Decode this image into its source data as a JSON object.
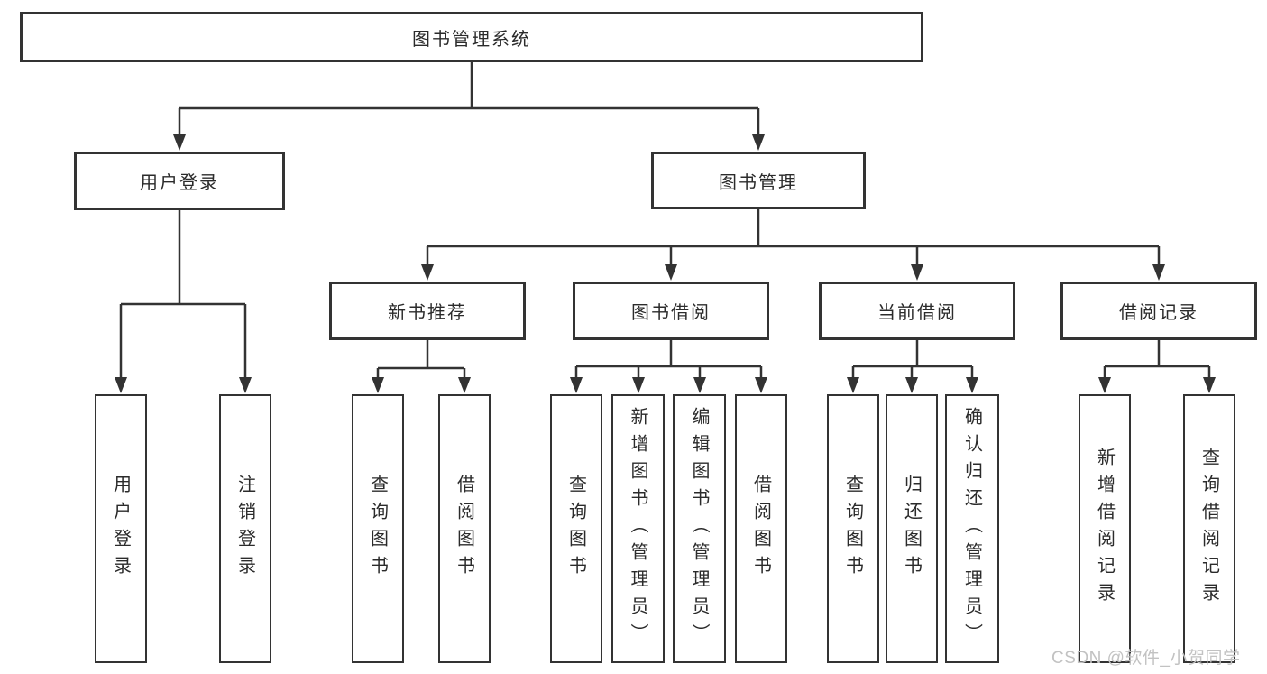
{
  "root": {
    "label": "图书管理系统"
  },
  "level2": [
    {
      "label": "用户登录"
    },
    {
      "label": "图书管理"
    }
  ],
  "level3": [
    {
      "label": "新书推荐"
    },
    {
      "label": "图书借阅"
    },
    {
      "label": "当前借阅"
    },
    {
      "label": "借阅记录"
    }
  ],
  "leaves": {
    "login": [
      {
        "label": "用户登录"
      },
      {
        "label": "注销登录"
      }
    ],
    "recommend": [
      {
        "label": "查询图书"
      },
      {
        "label": "借阅图书"
      }
    ],
    "borrow": [
      {
        "label": "查询图书"
      },
      {
        "label": "新增图书（管理员）"
      },
      {
        "label": "编辑图书（管理员）"
      },
      {
        "label": "借阅图书"
      }
    ],
    "current": [
      {
        "label": "查询图书"
      },
      {
        "label": "归还图书"
      },
      {
        "label": "确认归还（管理员）"
      }
    ],
    "records": [
      {
        "label": "新增借阅记录"
      },
      {
        "label": "查询借阅记录"
      }
    ]
  },
  "watermark": {
    "text": "CSDN @软件_小贺同学",
    "color": "#c2c2c2"
  },
  "colors": {
    "line": "#333333",
    "box_border": "#333333",
    "text": "#2b2b2b",
    "background": "#ffffff"
  }
}
